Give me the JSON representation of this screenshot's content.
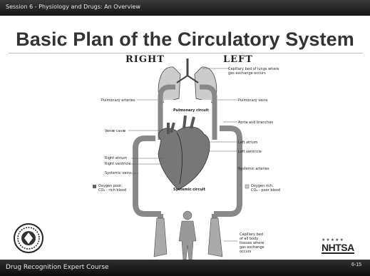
{
  "header": {
    "session": "Session 6 - Physiology and Drugs: An Overview"
  },
  "slide": {
    "title": "Basic Plan of the Circulatory System",
    "page_number": "6-15"
  },
  "diagram": {
    "right_heading": "RIGHT",
    "left_heading": "LEFT",
    "labels": {
      "capillary_lungs": "Capillary bed of lungs where\ngas exchange occurs",
      "pulmonary_arteries": "Pulmonary arteries",
      "pulmonary_veins": "Pulmonary veins",
      "pulmonary_circuit": "Pulmonary circuit",
      "aorta": "Aorta and branches",
      "venae_cavae": "Venæ cavæ",
      "left_atrium": "Left atrium",
      "left_ventricle": "Left ventricle",
      "right_atrium": "Right atrium",
      "right_ventricle": "Right ventricle",
      "systemic_arteries": "Systemic arteries",
      "systemic_veins": "Systemic veins",
      "oxygen_poor": "Oxygen poor,\nCO₂ - rich blood",
      "oxygen_rich": "Oxygen rich,\nCO₂ - poor blood",
      "systemic_circuit": "Systemic circuit",
      "capillary_body": "Capillary bed\nof all body\ntissues where\ngas exchange\noccurs"
    }
  },
  "footer": {
    "course": "Drug Recognition Expert Course",
    "agency": "NHTSA",
    "stars": "★★★★★"
  },
  "colors": {
    "bar": "#1a1a1a",
    "title": "#333333"
  }
}
